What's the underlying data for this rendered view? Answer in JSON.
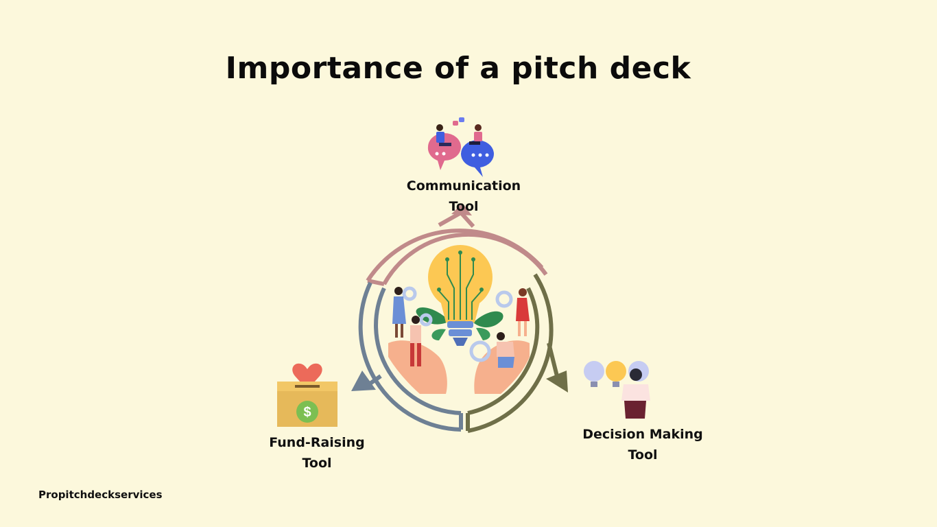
{
  "title": "Importance of a pitch deck",
  "nodes": {
    "communication": {
      "line1": "Communication",
      "line2": "Tool"
    },
    "fund_raising": {
      "line1": "Fund-Raising",
      "line2": "Tool"
    },
    "decision_making": {
      "line1": "Decision Making",
      "line2": "Tool"
    }
  },
  "brand": "Propitchdeckservices",
  "colors": {
    "background": "#fcf8dc",
    "arrow_communication": "#c08a8a",
    "arrow_fund_raising": "#6e8094",
    "arrow_decision": "#6f6f48",
    "bulb": "#fcc853",
    "leaf": "#2f8a4e",
    "hand": "#f6b08d"
  },
  "icons": [
    "chat-bubbles-people-icon",
    "lightbulb-teamwork-illustration",
    "donation-box-heart-icon",
    "thinking-woman-lightbulbs-icon"
  ]
}
